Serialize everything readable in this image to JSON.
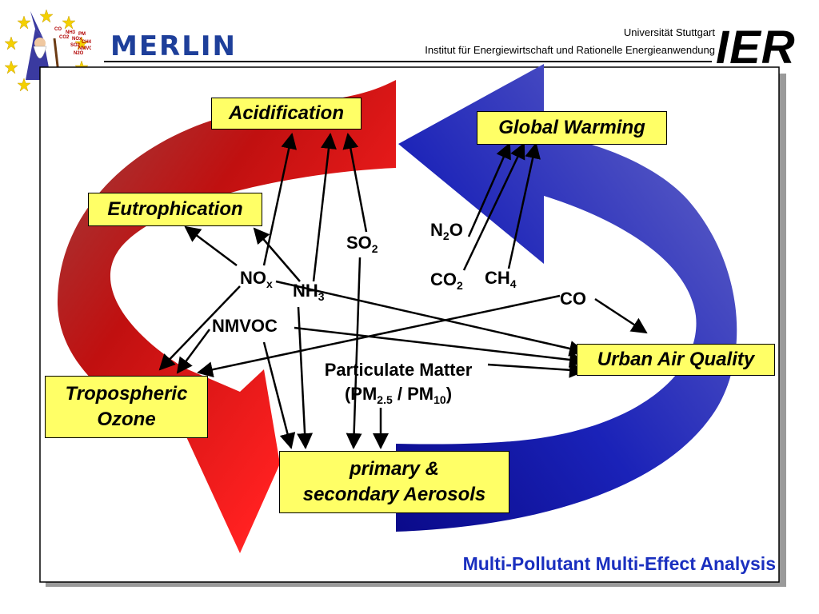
{
  "header": {
    "brand": "MERLIN",
    "university": "Universität Stuttgart",
    "institute": "Institut für Energiewirtschaft und Rationelle Energieanwendung",
    "institute_logo": "IER",
    "logo_icon": "wizard-with-eu-stars-icon",
    "logo_texts": [
      "CO",
      "NH3",
      "PM",
      "CO2",
      "NOx",
      "CH4",
      "SO2",
      "NMVOC",
      "N2O"
    ]
  },
  "effects": {
    "acidification": "Acidification",
    "global_warming": "Global Warming",
    "eutrophication": "Eutrophication",
    "urban_air_quality": "Urban Air Quality",
    "tropospheric_ozone_line1": "Tropospheric",
    "tropospheric_ozone_line2": "Ozone",
    "aerosols_line1": "primary &",
    "aerosols_line2": "secondary Aerosols"
  },
  "pollutants": {
    "nox": {
      "base": "NO",
      "sub": "x"
    },
    "nh3": {
      "base": "NH",
      "sub": "3"
    },
    "so2": {
      "base": "SO",
      "sub": "2"
    },
    "n2o": {
      "base": "N",
      "sub": "2",
      "tail": "O"
    },
    "co2": {
      "base": "CO",
      "sub": "2"
    },
    "ch4": {
      "base": "CH",
      "sub": "4"
    },
    "co": "CO",
    "nmvoc": "NMVOC",
    "pm_line1": "Particulate Matter",
    "pm_line2_open": "(PM",
    "pm_sub1": "2.5",
    "pm_mid": " / PM",
    "pm_sub2": "10",
    "pm_close": ")"
  },
  "colors": {
    "red_arrow": "#d01818",
    "blue_arrow": "#1a22a8",
    "box_fill": "#ffff66",
    "footer_text": "#1a2fbf"
  },
  "footer": "Multi-Pollutant Multi-Effect Analysis"
}
